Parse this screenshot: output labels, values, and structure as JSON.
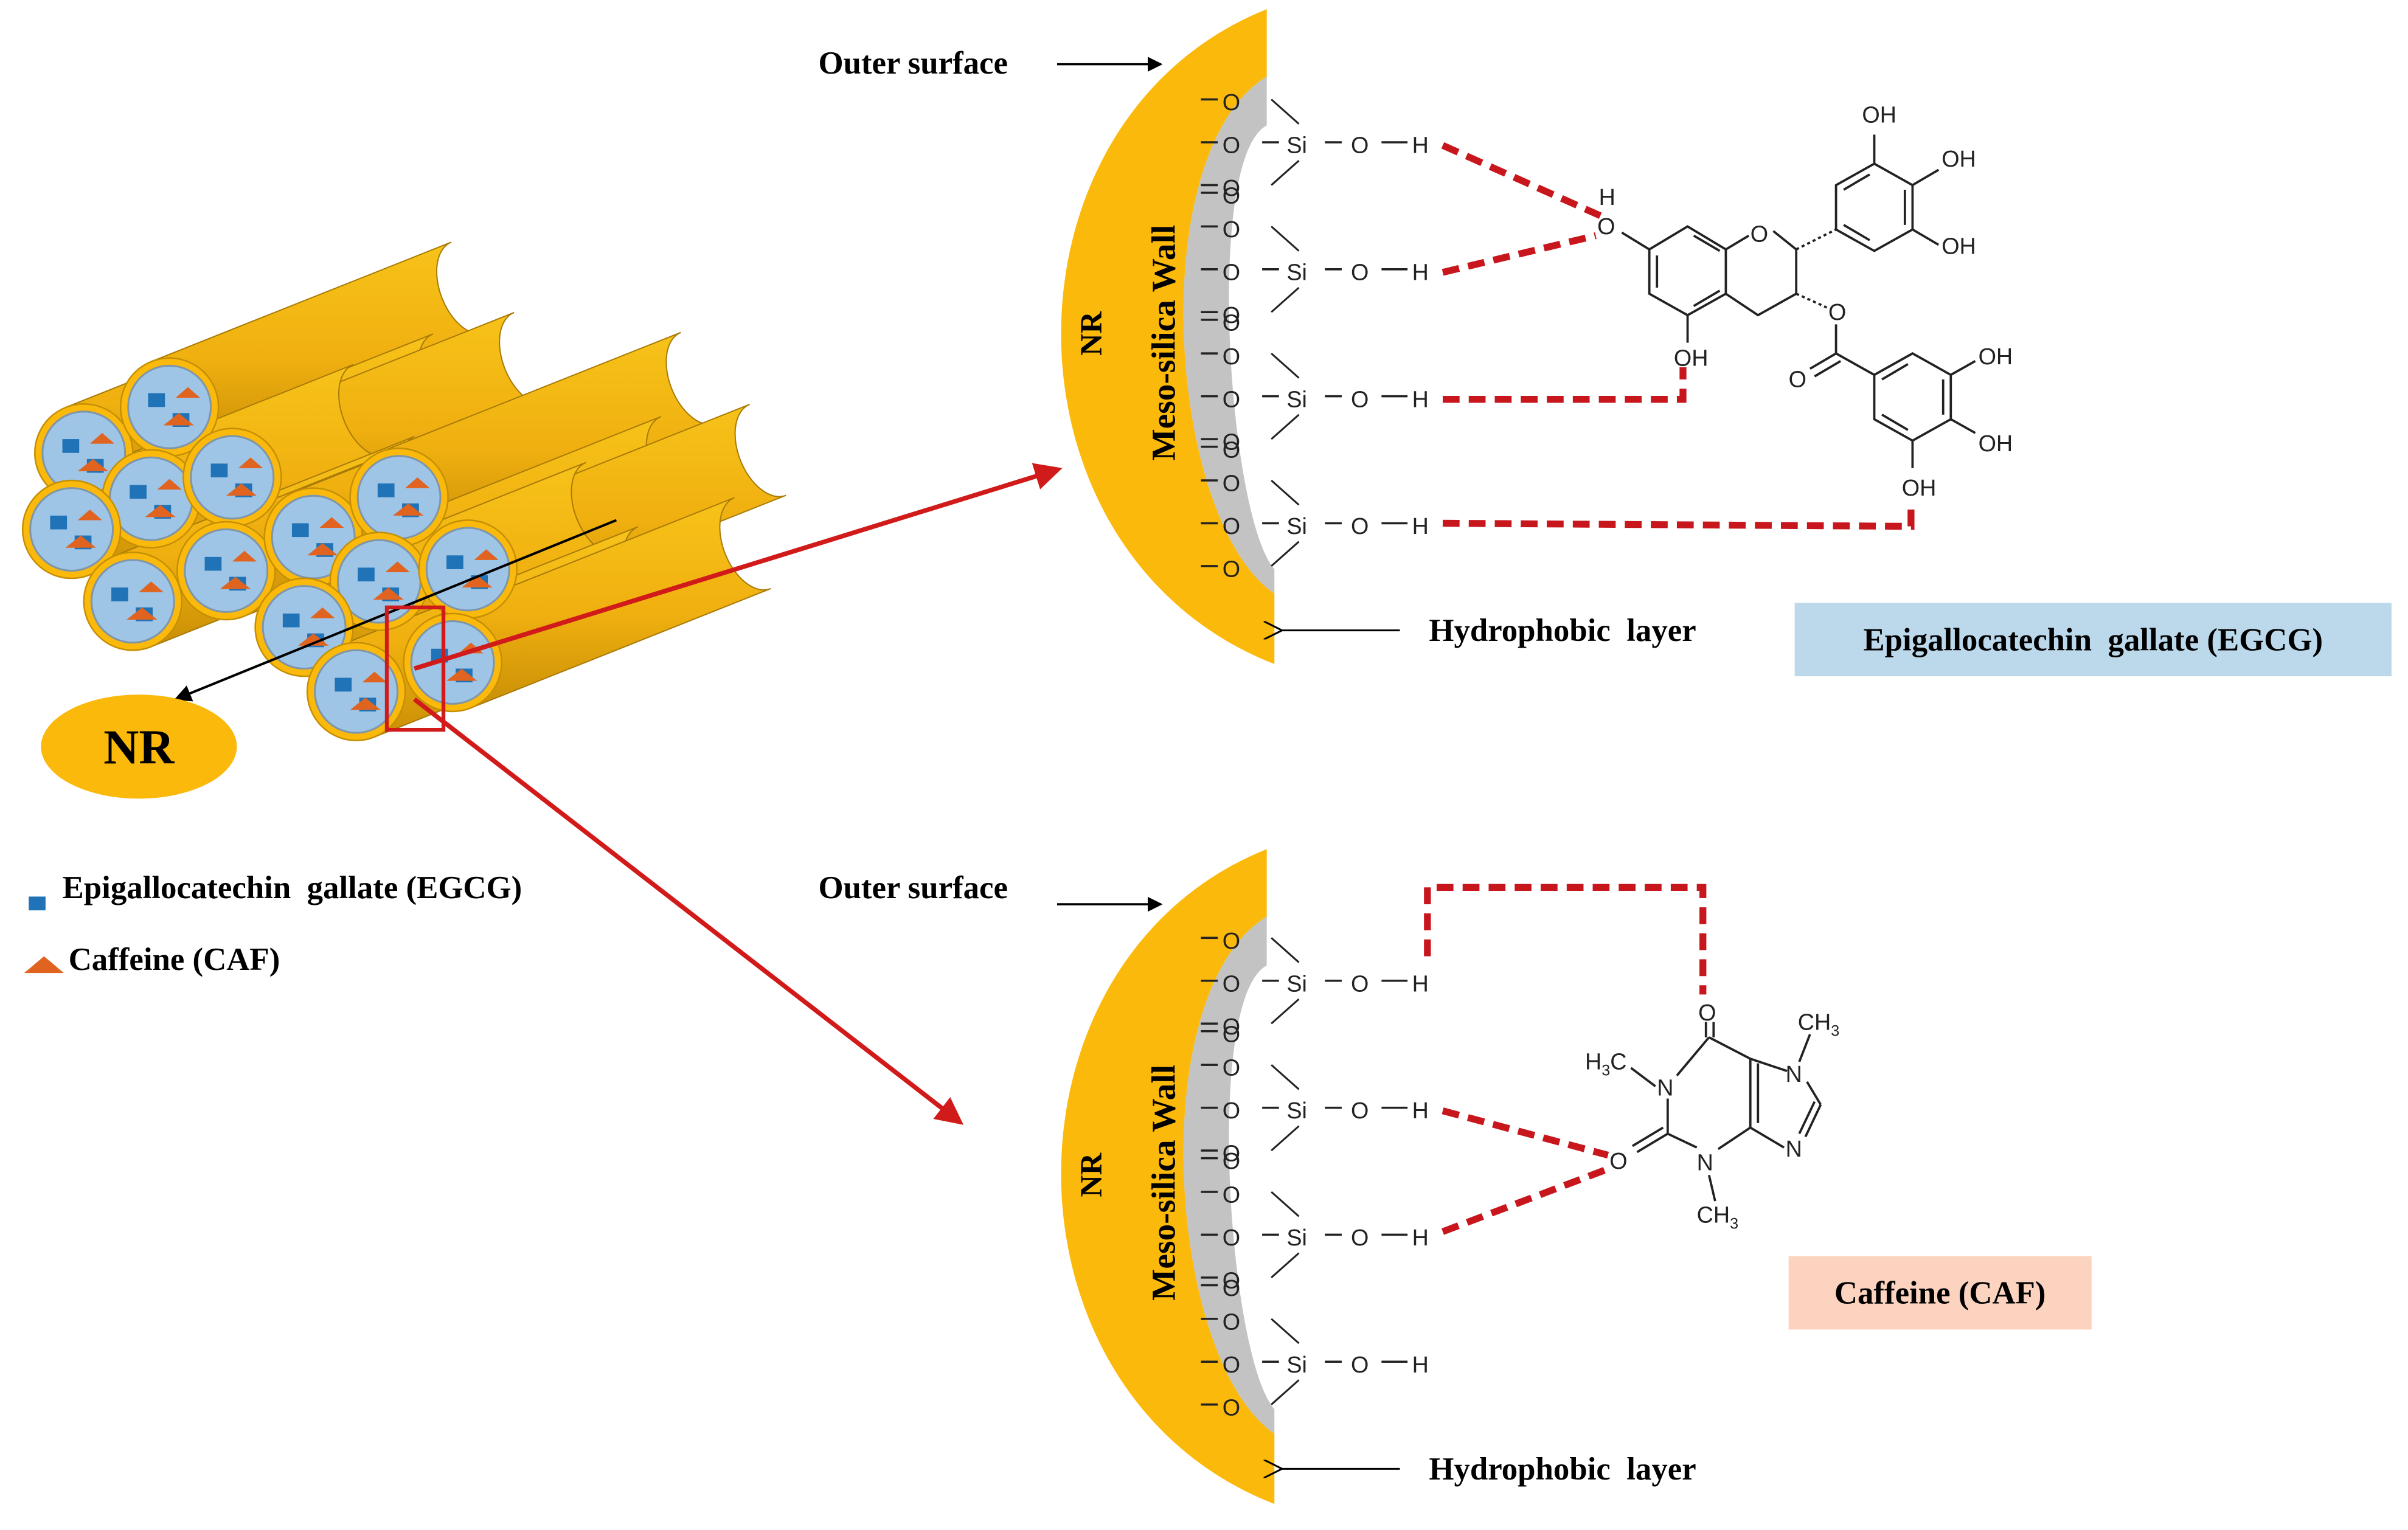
{
  "legend": {
    "egcg": "Epigallocatechin  gallate (EGCG)",
    "caf": "Caffeine (CAF)"
  },
  "bundle": {
    "nr_label": "NR"
  },
  "panel_top": {
    "outer_surface": "Outer surface",
    "hydrophobic_layer": "Hydrophobic  layer",
    "nr_label": "NR",
    "wall_label": "Meso-silica Wall",
    "box_label": "Epigallocatechin  gallate (EGCG)",
    "box_color": "#bcd9ec"
  },
  "panel_bottom": {
    "outer_surface": "Outer surface",
    "hydrophobic_layer": "Hydrophobic  layer",
    "nr_label": "NR",
    "wall_label": "Meso-silica Wall",
    "box_label": "Caffeine (CAF)",
    "box_color": "#fbd3bf"
  },
  "silanol": {
    "oxygen": "O",
    "silicon": "Si",
    "hydroxyl_o": "O",
    "hydroxyl_h": "H"
  },
  "egcg_atoms": {
    "ring_o": "O",
    "ester_o": "O",
    "carbonyl_o": "O",
    "phenol_o": "O",
    "phenol_h": "H",
    "oh": "OH"
  },
  "caf_atoms": {
    "n": "N",
    "o": "O",
    "ch3": "CH3",
    "h3c": "H3C"
  },
  "colors": {
    "gold": "#fbb90c",
    "silica_gray": "#c3c3c3",
    "pore_blue": "#9ec4e6",
    "egcg_marker": "#1f73b6",
    "caf_marker": "#e0631f",
    "hbond_red": "#c8161d"
  }
}
